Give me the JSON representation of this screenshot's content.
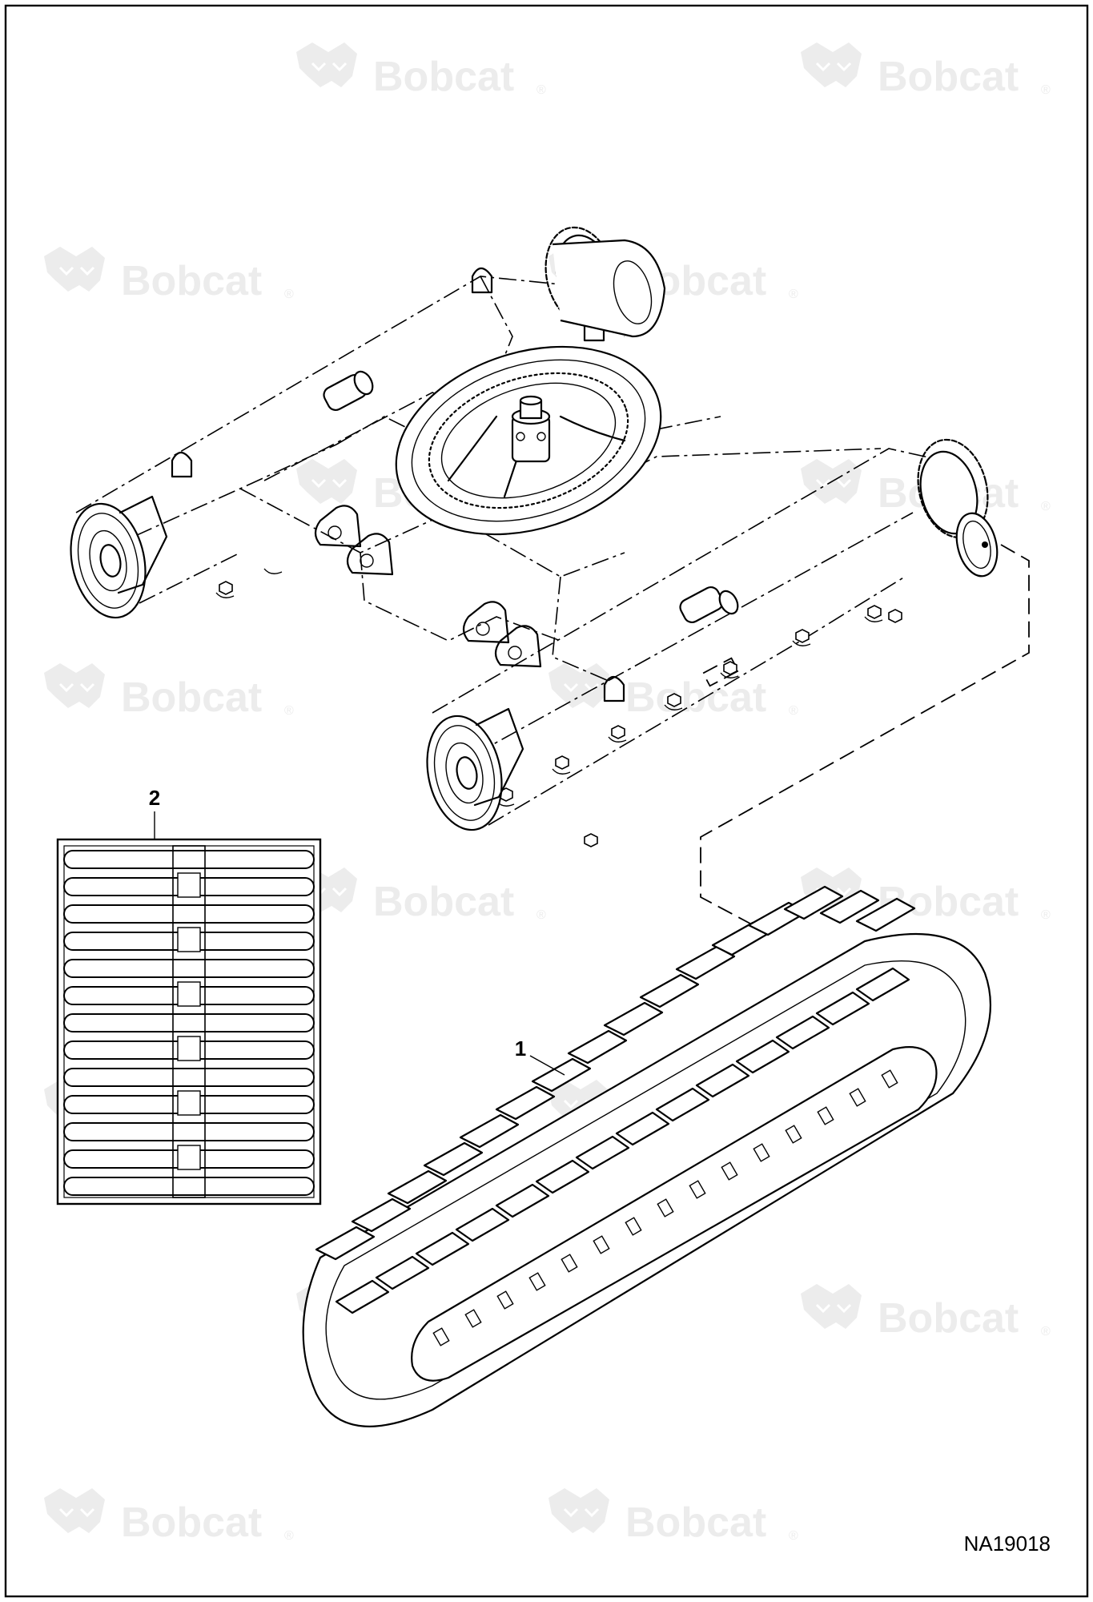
{
  "figure": {
    "reference_code": "NA19018"
  },
  "callouts": [
    {
      "id": "1",
      "label": "1"
    },
    {
      "id": "2",
      "label": "2"
    }
  ],
  "watermark": {
    "text": "Bobcat",
    "registered_mark": "®",
    "color": "#ececec"
  },
  "colors": {
    "line": "#000000",
    "background": "#ffffff"
  }
}
